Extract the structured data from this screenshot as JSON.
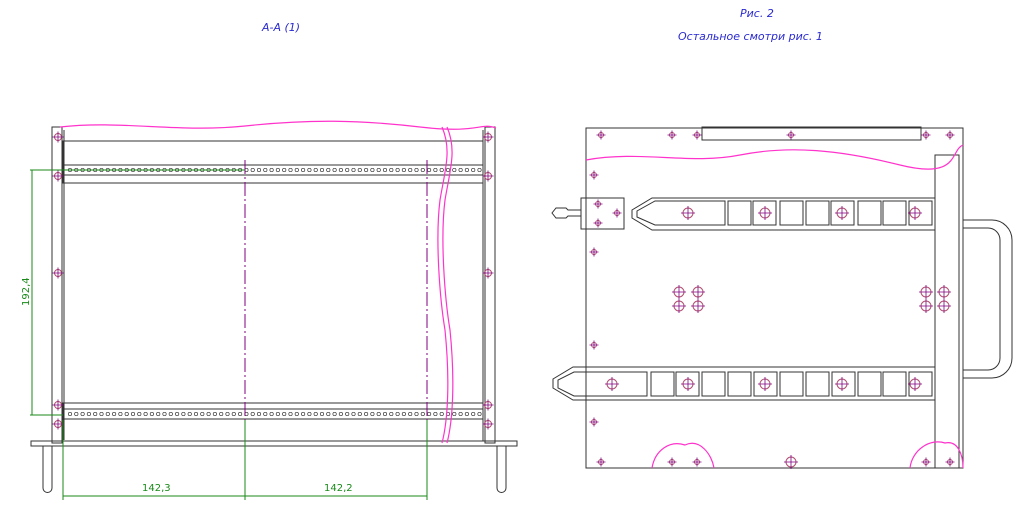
{
  "section_view": {
    "title": "А-А (1)"
  },
  "figure_view": {
    "title": "Рис. 2",
    "note": "Остальное смотри рис. 1"
  },
  "dimensions": {
    "height": "192,4",
    "left_pitch": "142,3",
    "right_pitch": "142,2"
  },
  "colors": {
    "outline": "#333333",
    "break_line": "#ff33cc",
    "dimension": "#1a8a1a",
    "title": "#2a2ad0",
    "center_line": "#800080"
  }
}
